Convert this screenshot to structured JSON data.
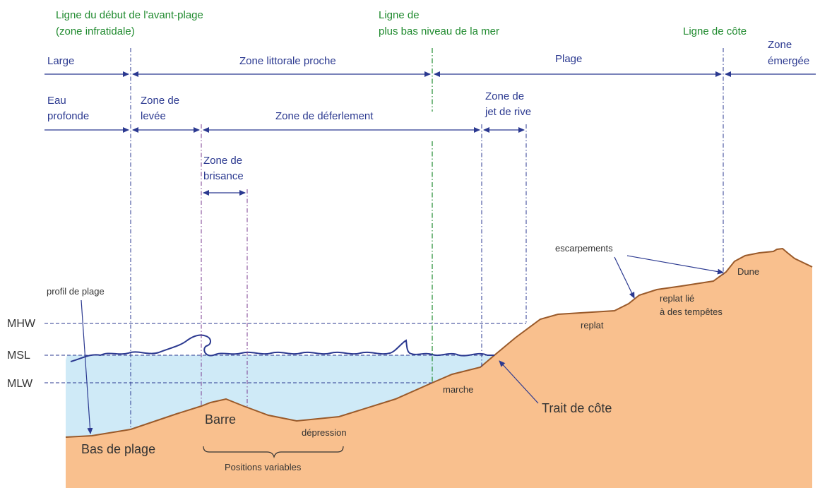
{
  "lines": {
    "avant_plage": [
      "Ligne du début de l'avant-plage",
      "(zone infratidale)"
    ],
    "bas_niveau": [
      "Ligne de",
      "plus bas niveau de la mer"
    ],
    "cote": "Ligne de côte"
  },
  "zones_row1": {
    "large": "Large",
    "littorale": "Zone littorale proche",
    "plage": "Plage",
    "emergee": [
      "Zone",
      "émergée"
    ]
  },
  "zones_row2": {
    "eau_profonde": [
      "Eau",
      "profonde"
    ],
    "levee": [
      "Zone de",
      "levée"
    ],
    "deferlement": "Zone de déferlement",
    "jet_de_rive": [
      "Zone de",
      "jet de rive"
    ]
  },
  "brisance": [
    "Zone de",
    "brisance"
  ],
  "levels": {
    "mhw": "MHW",
    "msl": "MSL",
    "mlw": "MLW"
  },
  "labels": {
    "profil": "profil de plage",
    "bas_de_plage": "Bas de plage",
    "barre": "Barre",
    "depression": "dépression",
    "positions": "Positions variables",
    "marche": "marche",
    "trait": "Trait de côte",
    "replat": "replat",
    "replat_tempete": [
      "replat lié",
      "à des tempêtes"
    ],
    "escarpements": "escarpements",
    "dune": "Dune"
  },
  "colors": {
    "sand": "#f9c08e",
    "sand_outline": "#9a5a2a",
    "water": "#cfeaf7",
    "wave": "#2b3990",
    "zone_text": "#2b3990",
    "line_label": "#1f8a2e"
  }
}
